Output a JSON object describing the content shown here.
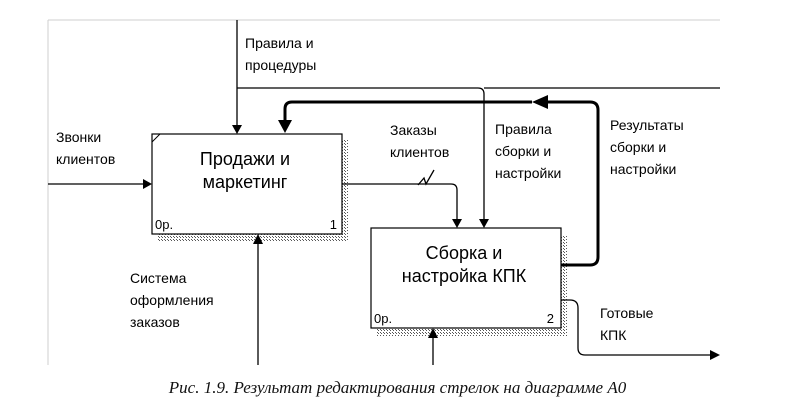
{
  "boxes": [
    {
      "title_lines": [
        "Продажи и",
        "маркетинг"
      ],
      "op": "0р.",
      "number": "1"
    },
    {
      "title_lines": [
        "Сборка и",
        "настройка КПК"
      ],
      "op": "0р.",
      "number": "2"
    }
  ],
  "arrow_labels": {
    "rules": [
      "Правила и",
      "процедуры"
    ],
    "calls": [
      "Звонки",
      "клиентов"
    ],
    "orders": [
      "Заказы",
      "клиентов"
    ],
    "assembly_rules": [
      "Правила",
      "сборки и",
      "настройки"
    ],
    "results": [
      "Результаты",
      "сборки и",
      "настройки"
    ],
    "system": [
      "Система",
      "оформления",
      "заказов"
    ],
    "ready": [
      "Готовые",
      "КПК"
    ]
  },
  "caption": "Рис. 1.9. Результат редактирования стрелок на  диаграмме А0"
}
